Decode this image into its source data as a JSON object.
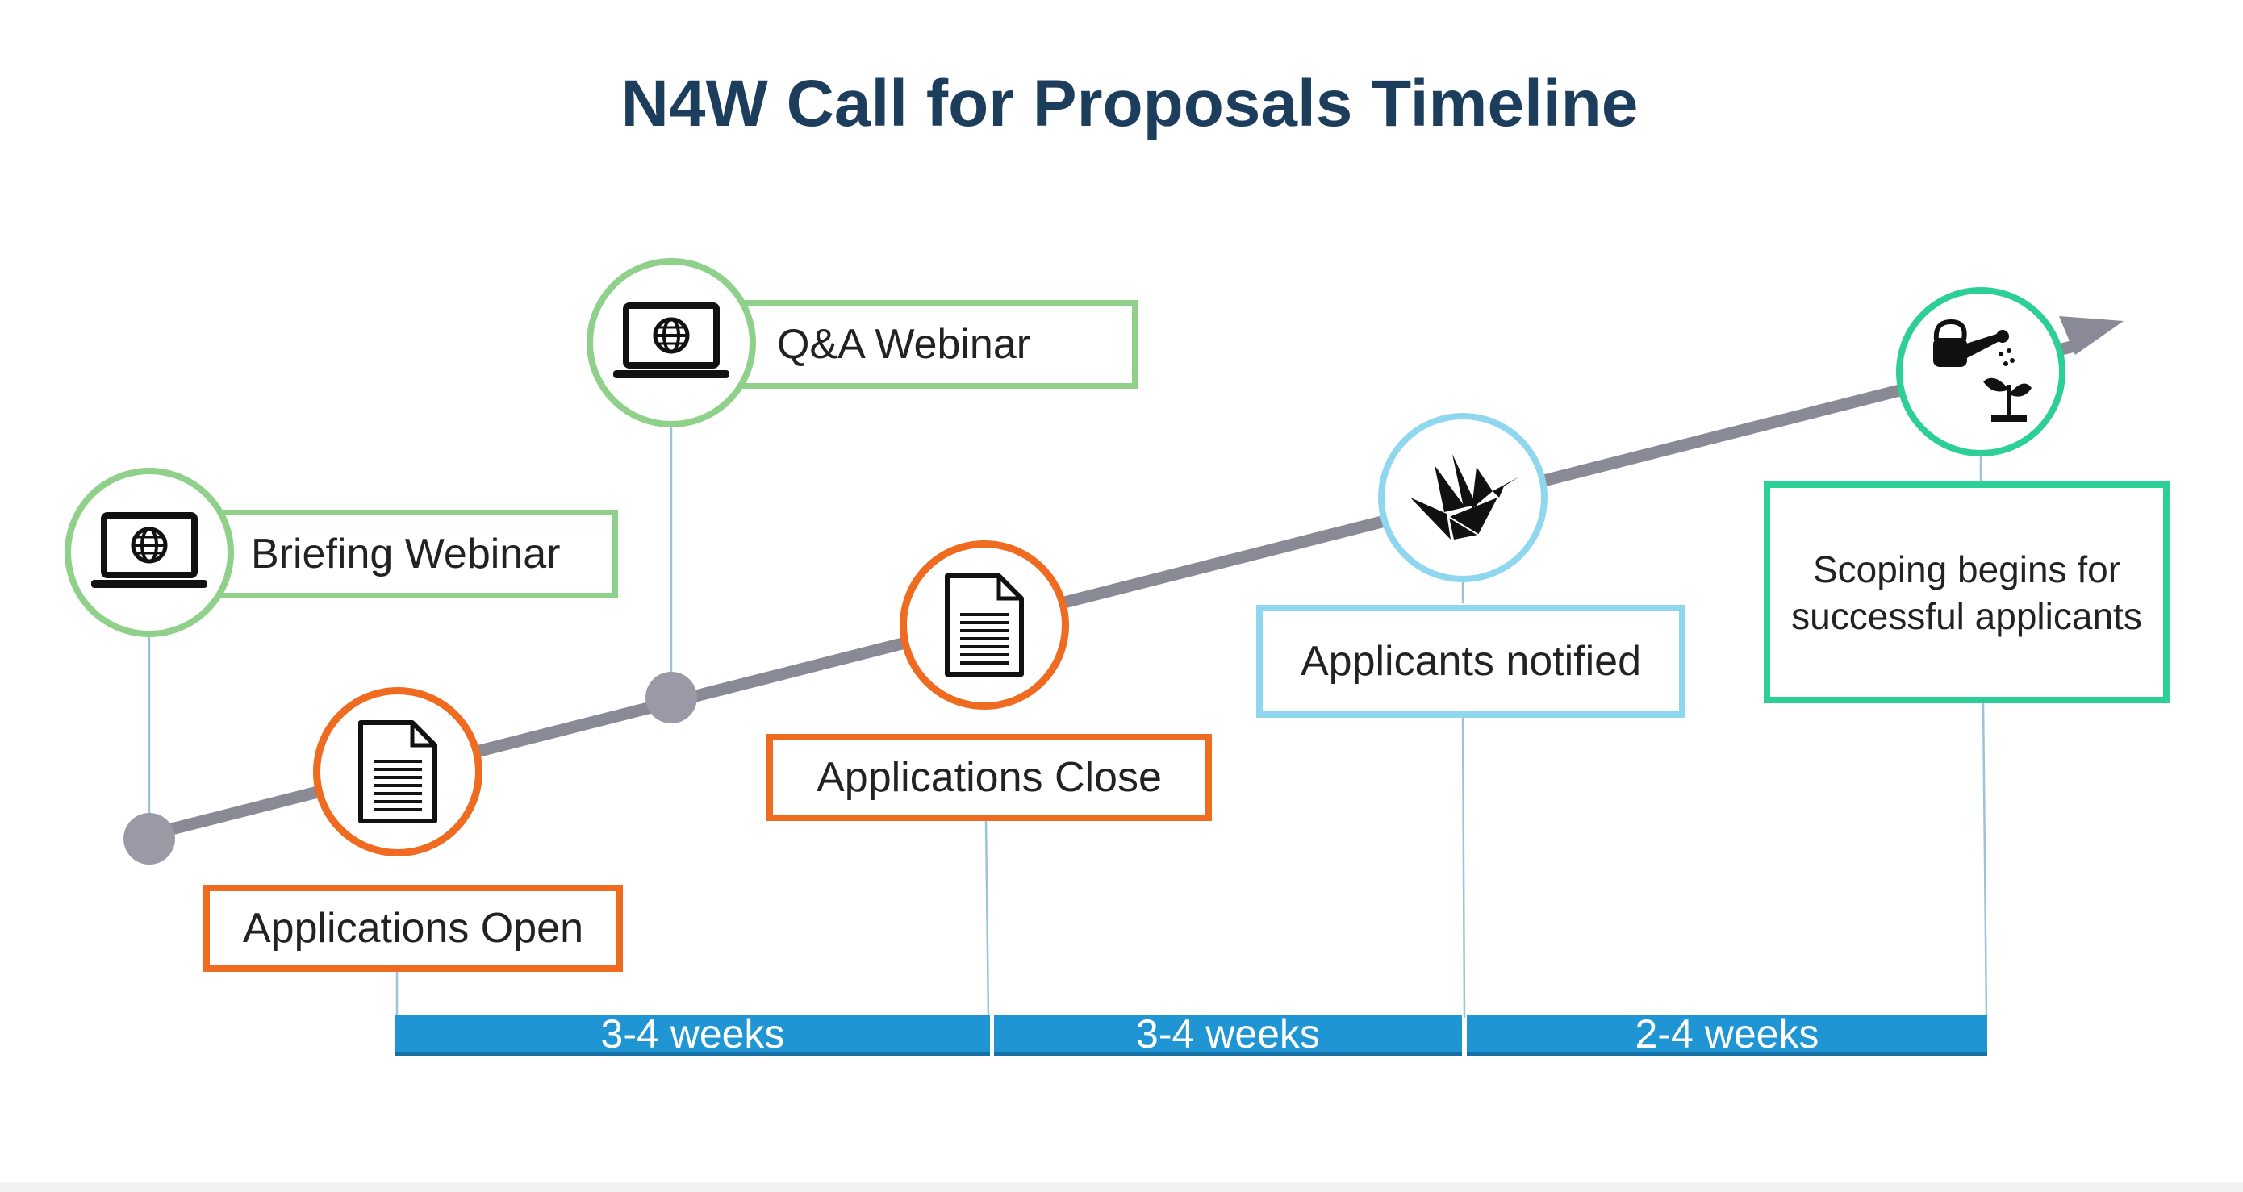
{
  "title": "N4W Call for Proposals Timeline",
  "milestones": {
    "briefing_webinar": {
      "label": "Briefing Webinar",
      "icon": "laptop-globe-icon",
      "color": "#8fd18a"
    },
    "qa_webinar": {
      "label": "Q&A Webinar",
      "icon": "laptop-globe-icon",
      "color": "#8fd18a"
    },
    "applications_open": {
      "label": "Applications Open",
      "icon": "document-icon",
      "color": "#ee6b20"
    },
    "applications_close": {
      "label": "Applications Close",
      "icon": "document-icon",
      "color": "#ee6b20"
    },
    "applicants_notified": {
      "label": "Applicants notified",
      "icon": "paper-crane-icon",
      "color": "#8fd6ef"
    },
    "scoping_begins": {
      "label_line1": "Scoping begins for",
      "label_line2": "successful applicants",
      "icon": "watering-can-plant-icon",
      "color": "#2ccf96"
    }
  },
  "durations": [
    {
      "label": "3-4 weeks"
    },
    {
      "label": "3-4 weeks"
    },
    {
      "label": "2-4 weeks"
    }
  ],
  "colors": {
    "title": "#1c3d5c",
    "arrow": "#8a8a96",
    "duration_bar": "#1f95d3",
    "connector": "#9cc3d6"
  }
}
